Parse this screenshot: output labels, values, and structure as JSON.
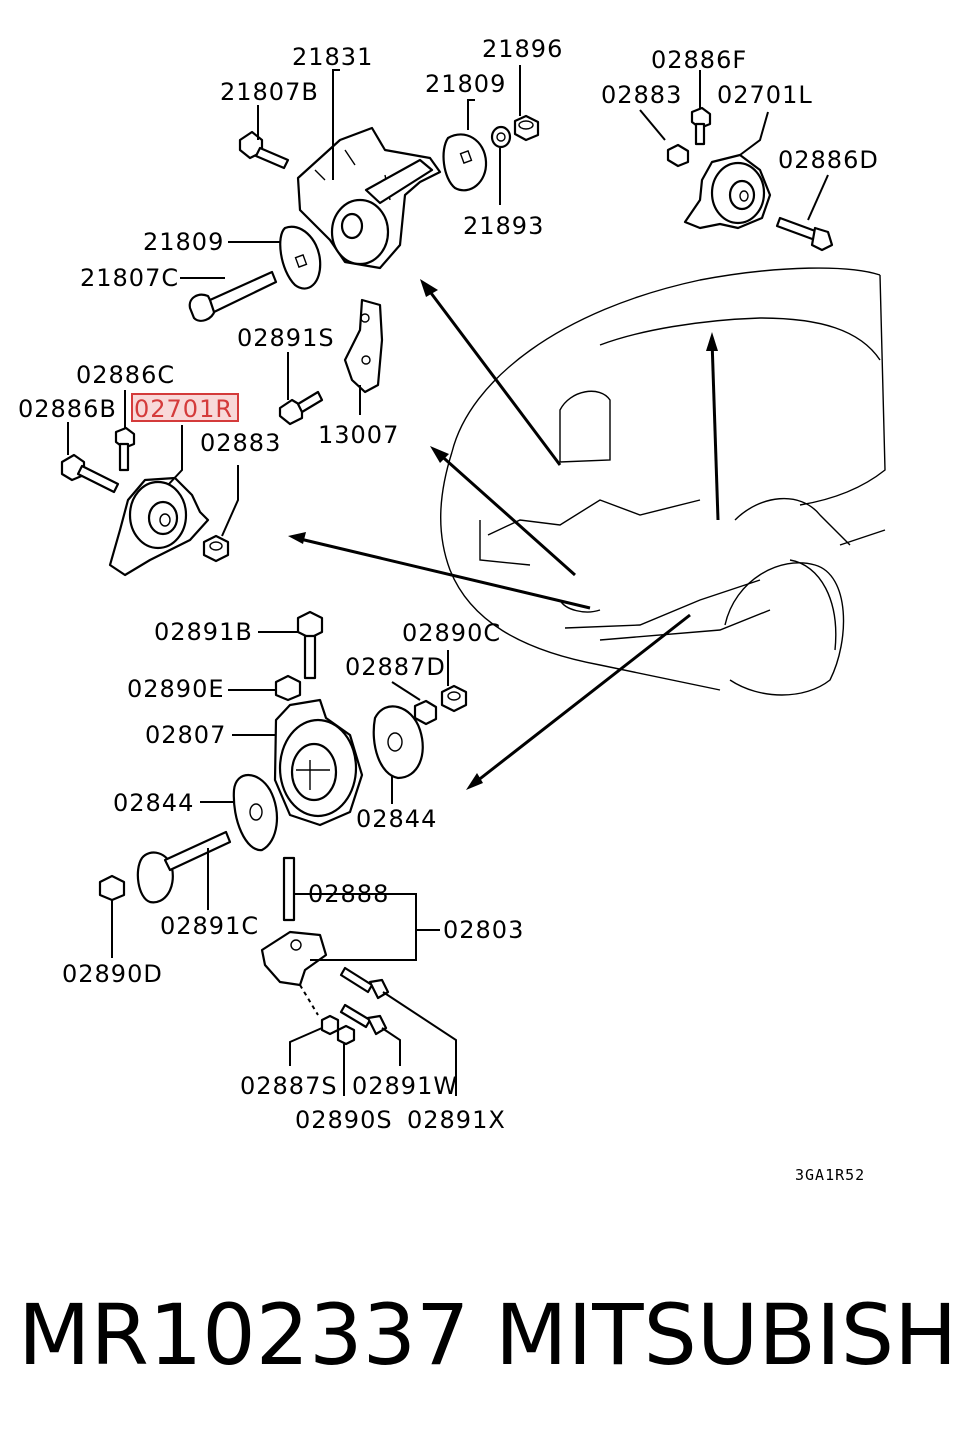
{
  "diagram": {
    "labels": {
      "l21831": "21831",
      "l21896": "21896",
      "l21807B": "21807B",
      "l21809a": "21809",
      "l21809b": "21809",
      "l21893": "21893",
      "l21807C": "21807C",
      "l02886F": "02886F",
      "l02883a": "02883",
      "l02701L": "02701L",
      "l02886D": "02886D",
      "l02891S": "02891S",
      "l13007": "13007",
      "l02886C": "02886C",
      "l02886B": "02886B",
      "l02701R": "02701R",
      "l02883b": "02883",
      "l02891B": "02891B",
      "l02890C": "02890C",
      "l02887D": "02887D",
      "l02890E": "02890E",
      "l02807": "02807",
      "l02844a": "02844",
      "l02844b": "02844",
      "l02888": "02888",
      "l02803": "02803",
      "l02891C": "02891C",
      "l02890D": "02890D",
      "l02887S": "02887S",
      "l02891W": "02891W",
      "l02890S": "02890S",
      "l02891X": "02891X"
    },
    "highlight_label": "02701R",
    "highlight_color": "#d43b3b",
    "diagram_code": "3GA1R52"
  },
  "footer": {
    "part_number": "MR102337",
    "brand": "MITSUBISHI"
  }
}
